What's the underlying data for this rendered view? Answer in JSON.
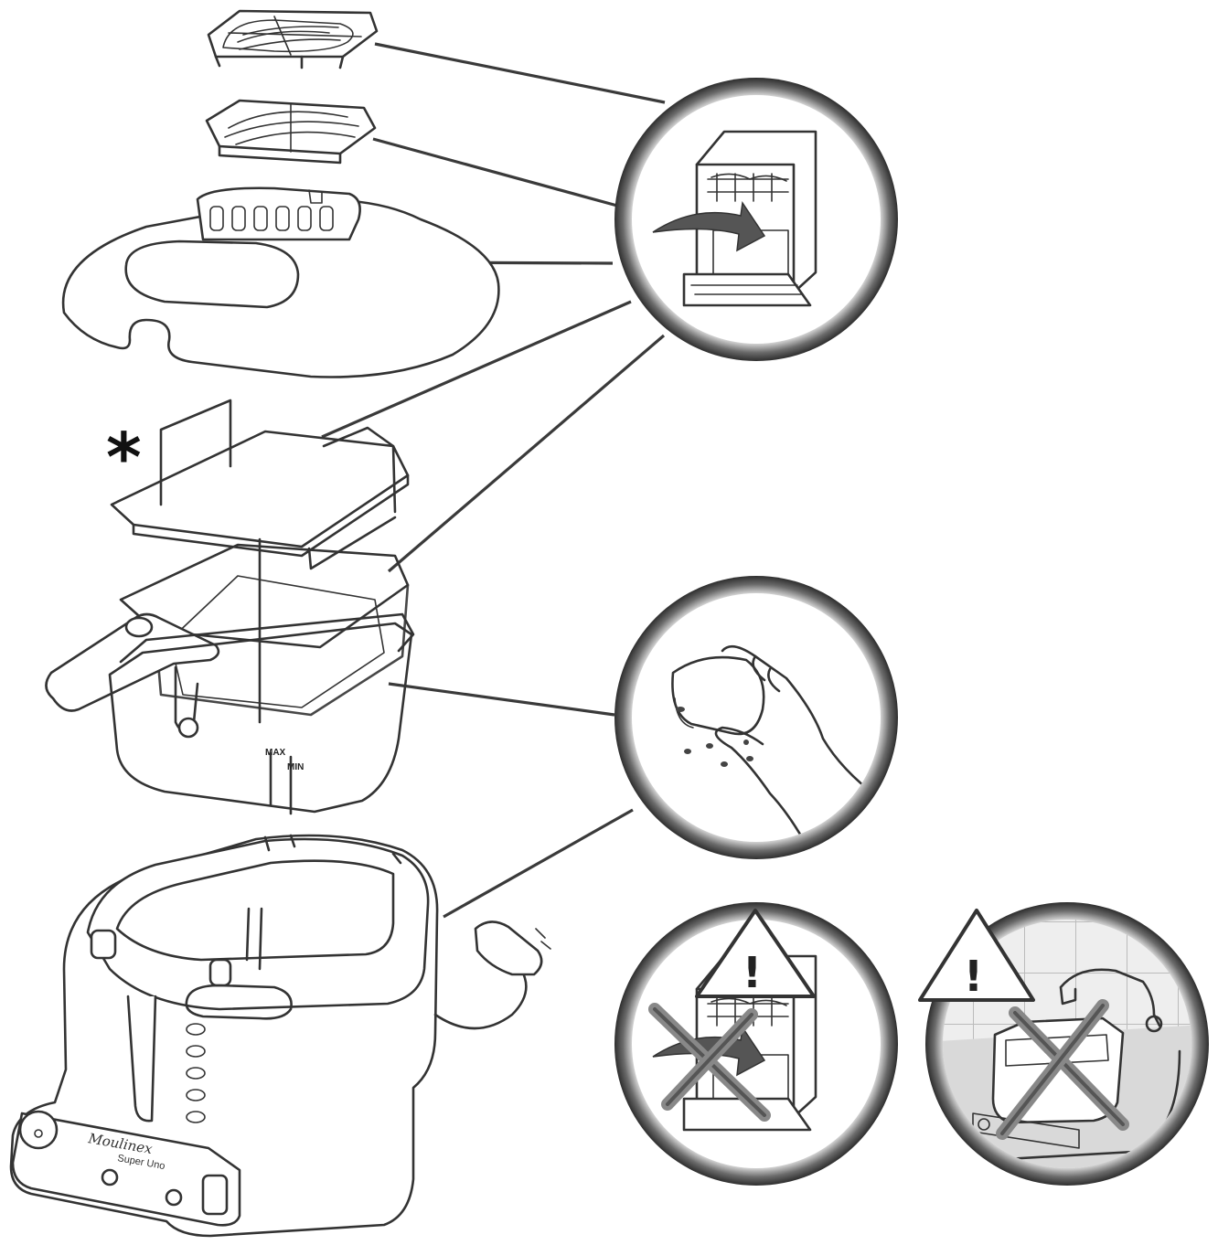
{
  "diagram": {
    "marker": "*",
    "brand_label": "Moulinex",
    "model_label": "Super Uno",
    "level_max_label": "MAX",
    "level_min_label": "MIN",
    "warning_glyph": "!",
    "parts": [
      {
        "name": "filter-grid-top",
        "cleaning": "dishwasher-safe"
      },
      {
        "name": "filter-grid",
        "cleaning": "dishwasher-safe"
      },
      {
        "name": "lid",
        "cleaning": "dishwasher-safe"
      },
      {
        "name": "basket-divider",
        "cleaning": "dishwasher-safe"
      },
      {
        "name": "frying-basket",
        "cleaning": "dishwasher-safe"
      },
      {
        "name": "oil-bowl",
        "cleaning": "sponge-wash"
      },
      {
        "name": "fryer-body",
        "cleaning": "sponge-wash"
      }
    ],
    "warnings": [
      {
        "name": "no-dishwasher-body-warning"
      },
      {
        "name": "no-water-immersion-warning"
      }
    ],
    "colors": {
      "line": "#333333",
      "background": "#ffffff",
      "shade": "#e6e6e6"
    }
  }
}
